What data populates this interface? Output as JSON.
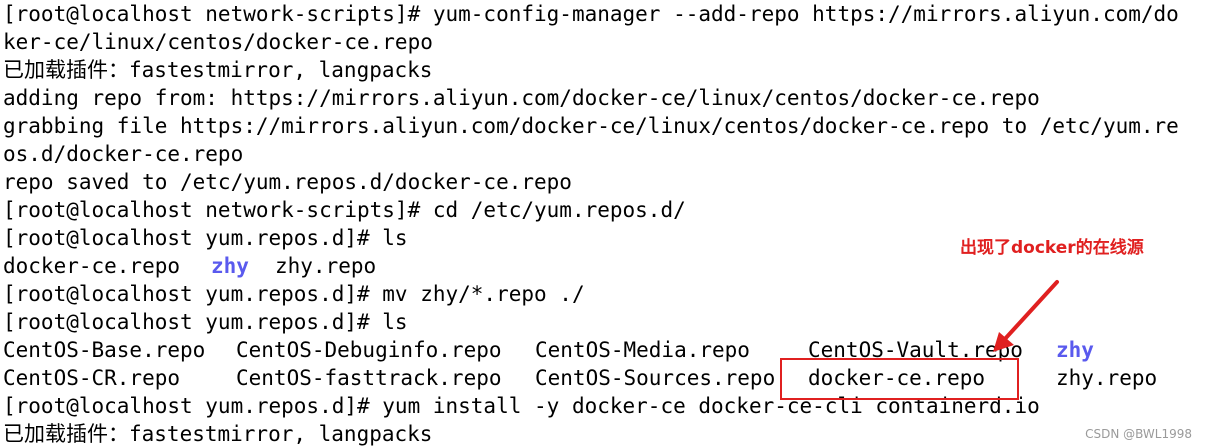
{
  "colors": {
    "text": "#000000",
    "directory": "#5a5aee",
    "annotation": "#e02020",
    "watermark": "#9a9a9a"
  },
  "terminal": {
    "lines": [
      "[root@localhost network-scripts]# yum-config-manager --add-repo https://mirrors.aliyun.com/do",
      "ker-ce/linux/centos/docker-ce.repo",
      "已加载插件：fastestmirror, langpacks",
      "adding repo from: https://mirrors.aliyun.com/docker-ce/linux/centos/docker-ce.repo",
      "grabbing file https://mirrors.aliyun.com/docker-ce/linux/centos/docker-ce.repo to /etc/yum.re",
      "os.d/docker-ce.repo",
      "repo saved to /etc/yum.repos.d/docker-ce.repo",
      "[root@localhost network-scripts]# cd /etc/yum.repos.d/",
      "[root@localhost yum.repos.d]# ls"
    ],
    "ls1": {
      "file1": "docker-ce.repo",
      "dir": "zhy",
      "file2": "zhy.repo"
    },
    "line_mv": "[root@localhost yum.repos.d]# mv zhy/*.repo ./",
    "line_ls2": "[root@localhost yum.repos.d]# ls",
    "ls2_row1": {
      "c1": "CentOS-Base.repo",
      "c2": "CentOS-Debuginfo.repo",
      "c3": "CentOS-Media.repo",
      "c4": "CentOS-Vault.repo",
      "dir": "zhy"
    },
    "ls2_row2": {
      "c1": "CentOS-CR.repo",
      "c2": "CentOS-fasttrack.repo",
      "c3": "CentOS-Sources.repo",
      "c4": "docker-ce.repo",
      "c5": "zhy.repo"
    },
    "line_install": "[root@localhost yum.repos.d]# yum install -y docker-ce docker-ce-cli containerd.io",
    "line_plugins": "已加载插件：fastestmirror, langpacks"
  },
  "annotation": {
    "text": "出现了docker的在线源",
    "arrow_icon": "red-arrow-icon"
  },
  "watermark": "CSDN @BWL1998"
}
